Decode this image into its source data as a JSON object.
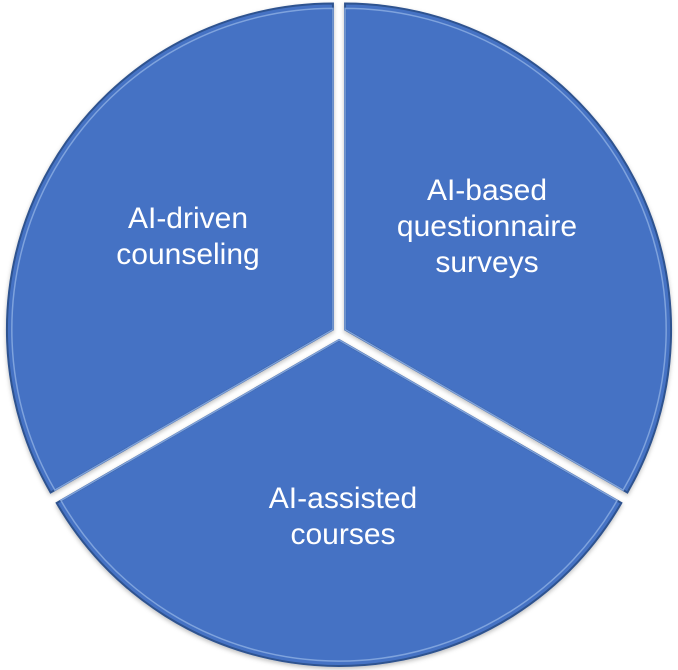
{
  "segments": [
    {
      "lines": [
        "AI-based",
        "questionnaire",
        "surveys"
      ]
    },
    {
      "lines": [
        "AI-assisted",
        "courses"
      ]
    },
    {
      "lines": [
        "AI-driven",
        "counseling"
      ]
    }
  ],
  "colors": {
    "fill": "#4472C4",
    "edge": "#2F528F",
    "highlight": "#7FA3DD",
    "text": "#ffffff"
  }
}
